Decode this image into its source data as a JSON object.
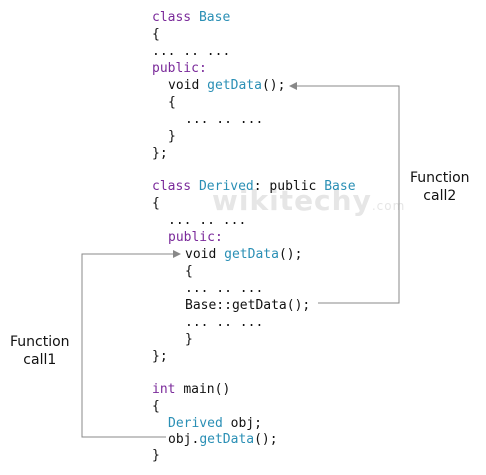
{
  "colors": {
    "keyword": "#7a2a9a",
    "type": "#2a8fb5",
    "text": "#111111",
    "arrow": "#888888"
  },
  "watermark": {
    "text": "wikitechy",
    "sub": ".com"
  },
  "labels": {
    "call1_line1": "Function",
    "call1_line2": "call1",
    "call2_line1": "Function",
    "call2_line2": "call2"
  },
  "code": {
    "l1_kw": "class",
    "l1_ty": "Base",
    "l2": "{",
    "l3": "... .. ...",
    "l4": "public:",
    "l5_a": "void",
    "l5_fn": "getData",
    "l5_b": "();",
    "l6": "{",
    "l7": "... .. ...",
    "l8": "}",
    "l9": "};",
    "l10_kw": "class",
    "l10_ty": "Derived",
    "l10_a": ":",
    "l10_b": "public",
    "l10_ty2": "Base",
    "l11": "{",
    "l12": "... .. ...",
    "l13": "public:",
    "l14_a": "void",
    "l14_fn": "getData",
    "l14_b": "();",
    "l15": "{",
    "l16": "... .. ...",
    "l17": "Base::getData();",
    "l18": "... .. ...",
    "l19": "}",
    "l20": "};",
    "l21_kw": "int",
    "l21_b": "main()",
    "l22": "{",
    "l23_ty": "Derived",
    "l23_b": "obj;",
    "l24_a": "obj.",
    "l24_fn": "getData",
    "l24_b": "();",
    "l25": "}"
  }
}
